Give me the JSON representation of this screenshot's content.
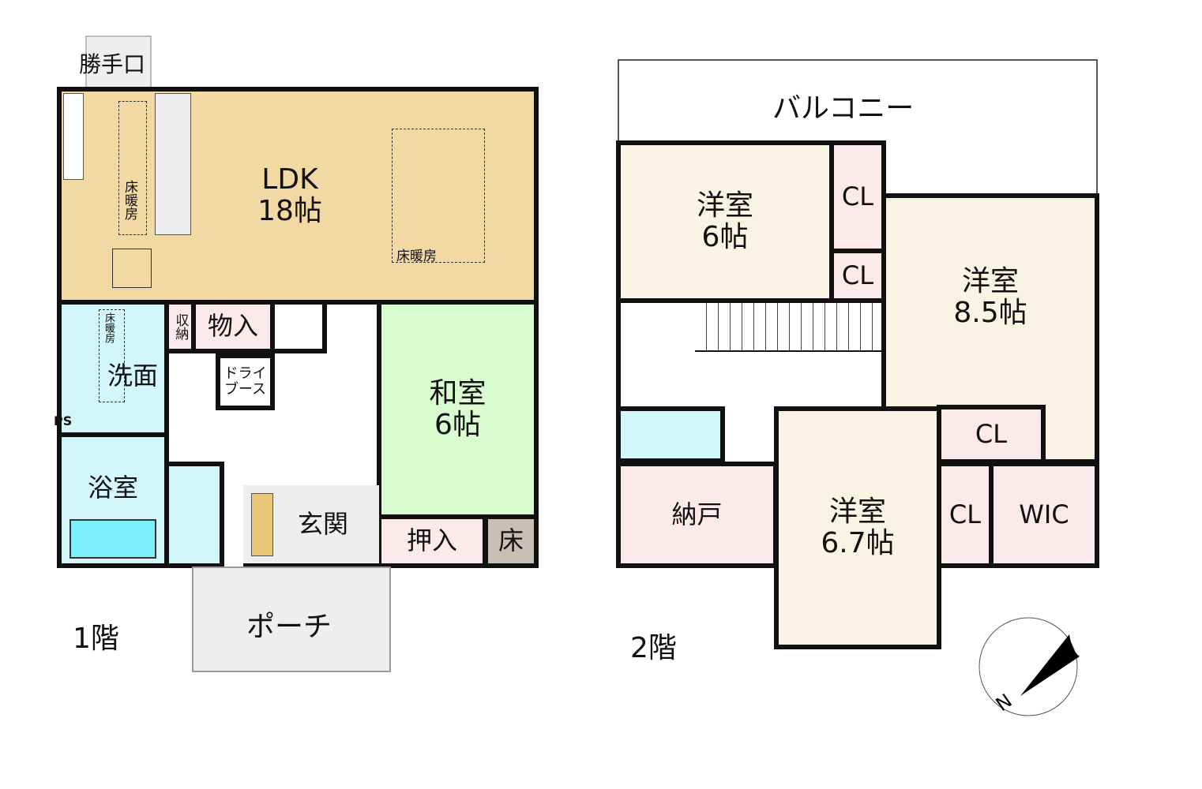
{
  "floor1": {
    "label": "1階",
    "kitchen_door": "勝手口",
    "ldk": {
      "name": "LDK",
      "size": "18帖"
    },
    "floor_heating": "床暖房",
    "floor_heating_v": "床暖房",
    "wash": "洗面",
    "storage": "収納",
    "closet": "物入",
    "dry_booth_1": "ドライ",
    "dry_booth_2": "ブース",
    "washitsu": {
      "name": "和室",
      "size": "6帖"
    },
    "oshiire": "押入",
    "toko": "床",
    "bath": "浴室",
    "genkan": "玄関",
    "porch": "ポーチ",
    "ps": "PS"
  },
  "floor2": {
    "label": "2階",
    "balcony": "バルコニー",
    "room_a": {
      "name": "洋室",
      "size": "6帖"
    },
    "room_b": {
      "name": "洋室",
      "size": "8.5帖"
    },
    "room_c": {
      "name": "洋室",
      "size": "6.7帖"
    },
    "cl": "CL",
    "nando": "納戸",
    "wic": "WIC"
  },
  "compass": {
    "label": "N"
  },
  "colors": {
    "ldk": "#f2d8a2",
    "wash": "#d3f6fa",
    "washitsu": "#d8fbd0",
    "western": "#f8f3e2",
    "cl": "#fbe9eb",
    "toko": "#c9bfb4",
    "bath_tub": "#7df0ff"
  }
}
